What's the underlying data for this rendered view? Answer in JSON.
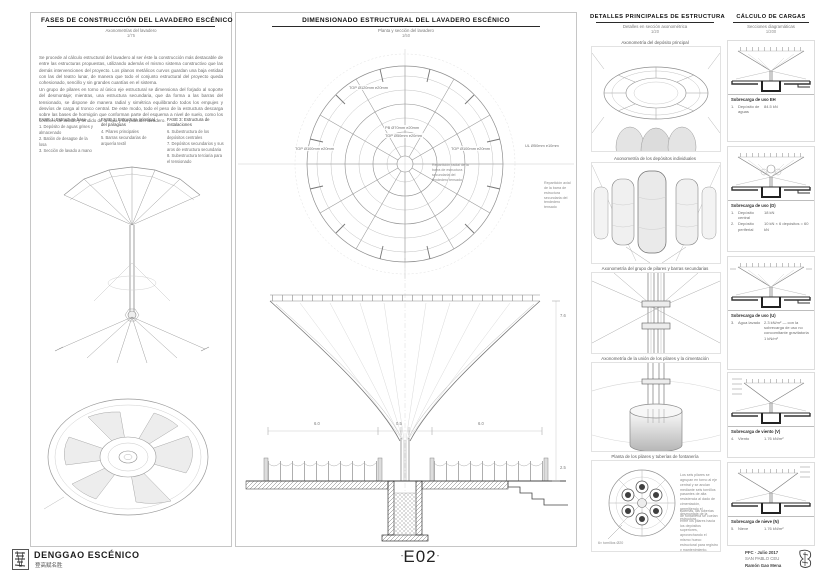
{
  "left_panel": {
    "title": "FASES DE CONSTRUCCIÓN DEL LAVADERO ESCÉNICO",
    "subtitle": "Axonometrías del lavadero",
    "scale": "1/75",
    "para1": "Se procede al cálculo estructural del lavadero al ser éste la construcción más destacable de entre las estructuras propuestas, utilizando además el mismo sistema constructivo que las demás intervenciones del proyecto. Los planos metálicos curvos guardan una baja entidad con las del teatro lunar, de manera que todo el conjunto estructural del proyecto queda cohesionado, sencillo y sin grandes cuantías en el sistema.",
    "para2": "Un grupo de pilares en torno al único eje estructural se dimensiona del forjado al soporte del desmontaje; mientras, una estructura secundaria, que da forma a las barras del tensionado, se dispone de manera radial y simétrica equilibrando todos los empujes y desvíos de carga al tronco central. De este modo, todo el peso de la estructura descarga sobre las bases de hormigón que conforman parte del esquema a nivel de suelo, como los sectores de lavado y tendido de la ropa y las pilas del lavadero.",
    "fases": [
      {
        "title": "FASE 1: Estructura base",
        "items": [
          "1.  Depósito de aguas grises y almacenado",
          "2.  Batión de desagüe de la losa",
          "3.  Sección de lavado a mano"
        ]
      },
      {
        "title": "FASE 2: Estructura principal del paraguas",
        "items": [
          "4.  Pilares principales",
          "5.  Barras secundarias de arquería textil"
        ]
      },
      {
        "title": "FASE 3: Estructura de instalaciones",
        "items": [
          "6.  Subestructura de los depósitos centrales",
          "7.  Depósitos secundarios y sus aros de estructura secundaria",
          "8.  Subestructura terciaria para el tensionado"
        ]
      }
    ]
  },
  "center_panel": {
    "title": "DIMENSIONADO ESTRUCTURAL DEL LAVADERO ESCÉNICO",
    "subtitle": "Planta y sección del lavadero",
    "scale": "1/50",
    "plan_labels": {
      "top": "TOP Ø120mm e20mm",
      "left_axis": "TOP Ø100mm e20mm",
      "right_axis": "TOP Ø100mm e20mm",
      "center1": "PB Ø70mm e20mm",
      "center2": "TOP Ø50mm e20mm",
      "right_outside": "UL Ø50mm e10mm"
    },
    "notes": {
      "radial": "Repartición radial de la barra de estructura secundaria del tendedero tensado",
      "axial": "Repartición axial de la barra de estructura secundaria del tendedero tensado"
    },
    "dims": {
      "w1": "6.0",
      "w2": "0.5",
      "w3": "6.0",
      "h1": "7.6",
      "h2": "2.5"
    }
  },
  "details_panel": {
    "title": "DETALLES PRINCIPALES DE ESTRUCTURA",
    "subtitle": "Detalles en sección axonométrica",
    "scale": "1/20",
    "captions": [
      "Axonometría del depósito principal",
      "Axonometría de los depósitos individuales",
      "Axonometría del grupo de pilares y barras secundarias",
      "Axonometría de la unión de los pilares y la cimentación",
      "Planta de los pilares y tuberías de fontanería"
    ],
    "plan_note1": "Los seis pilares se agrupan en torno al eje central y se anclan mediante seis tornillos pasantes de alta resistencia al dado de cimentación, permitiendo el desmontaje de la estructura.",
    "plan_note2": "Además, las tuberías de fontanería se cuelan entre los pilares hacia los depósitos superiores, aprovechando el mismo hueco estructural para registro y mantenimiento.",
    "plan_dims": "6× tornillos Ø20"
  },
  "loads_panel": {
    "title": "CÁLCULO DE CARGAS",
    "subtitle": "Secciones diagramáticas",
    "scale": "1/200",
    "cards": [
      {
        "title": "Sobrecarga de uso EH",
        "rows": [
          {
            "num": "1.",
            "label": "Depósito de aguas",
            "value": "84.5 kN"
          }
        ]
      },
      {
        "title": "Sobrecarga de uso (D)",
        "rows": [
          {
            "num": "1.",
            "label": "Depósito central",
            "value": "18 kN"
          },
          {
            "num": "2.",
            "label": "Depósito periferial",
            "value": "10 kN × 6 depósitos = 60 kN"
          }
        ]
      },
      {
        "title": "Sobrecarga de uso (U)",
        "rows": [
          {
            "num": "3.",
            "label": "Agua lavado",
            "value": "2.3 kN/m² — con la sobrecarga de uso no concomitante gravitatoria 1 kN/m²"
          }
        ]
      },
      {
        "title": "Sobrecarga de viento (V)",
        "rows": [
          {
            "num": "4.",
            "label": "Viento",
            "value": "1.76 kN/m²"
          }
        ]
      },
      {
        "title": "Sobrecarga de nieve (N)",
        "rows": [
          {
            "num": "5.",
            "label": "Nieve",
            "value": "1.76 kN/m²"
          }
        ]
      }
    ]
  },
  "footer": {
    "project_title": "DENGGAO ESCÉNICO",
    "project_subtitle": "登高赋名胜",
    "sheet_code": "E02",
    "dash": "-",
    "credit1": "PFC · Julio 2017",
    "credit2": "SAN PABLO CEU",
    "credit3": "Ramón Gao Mena"
  }
}
